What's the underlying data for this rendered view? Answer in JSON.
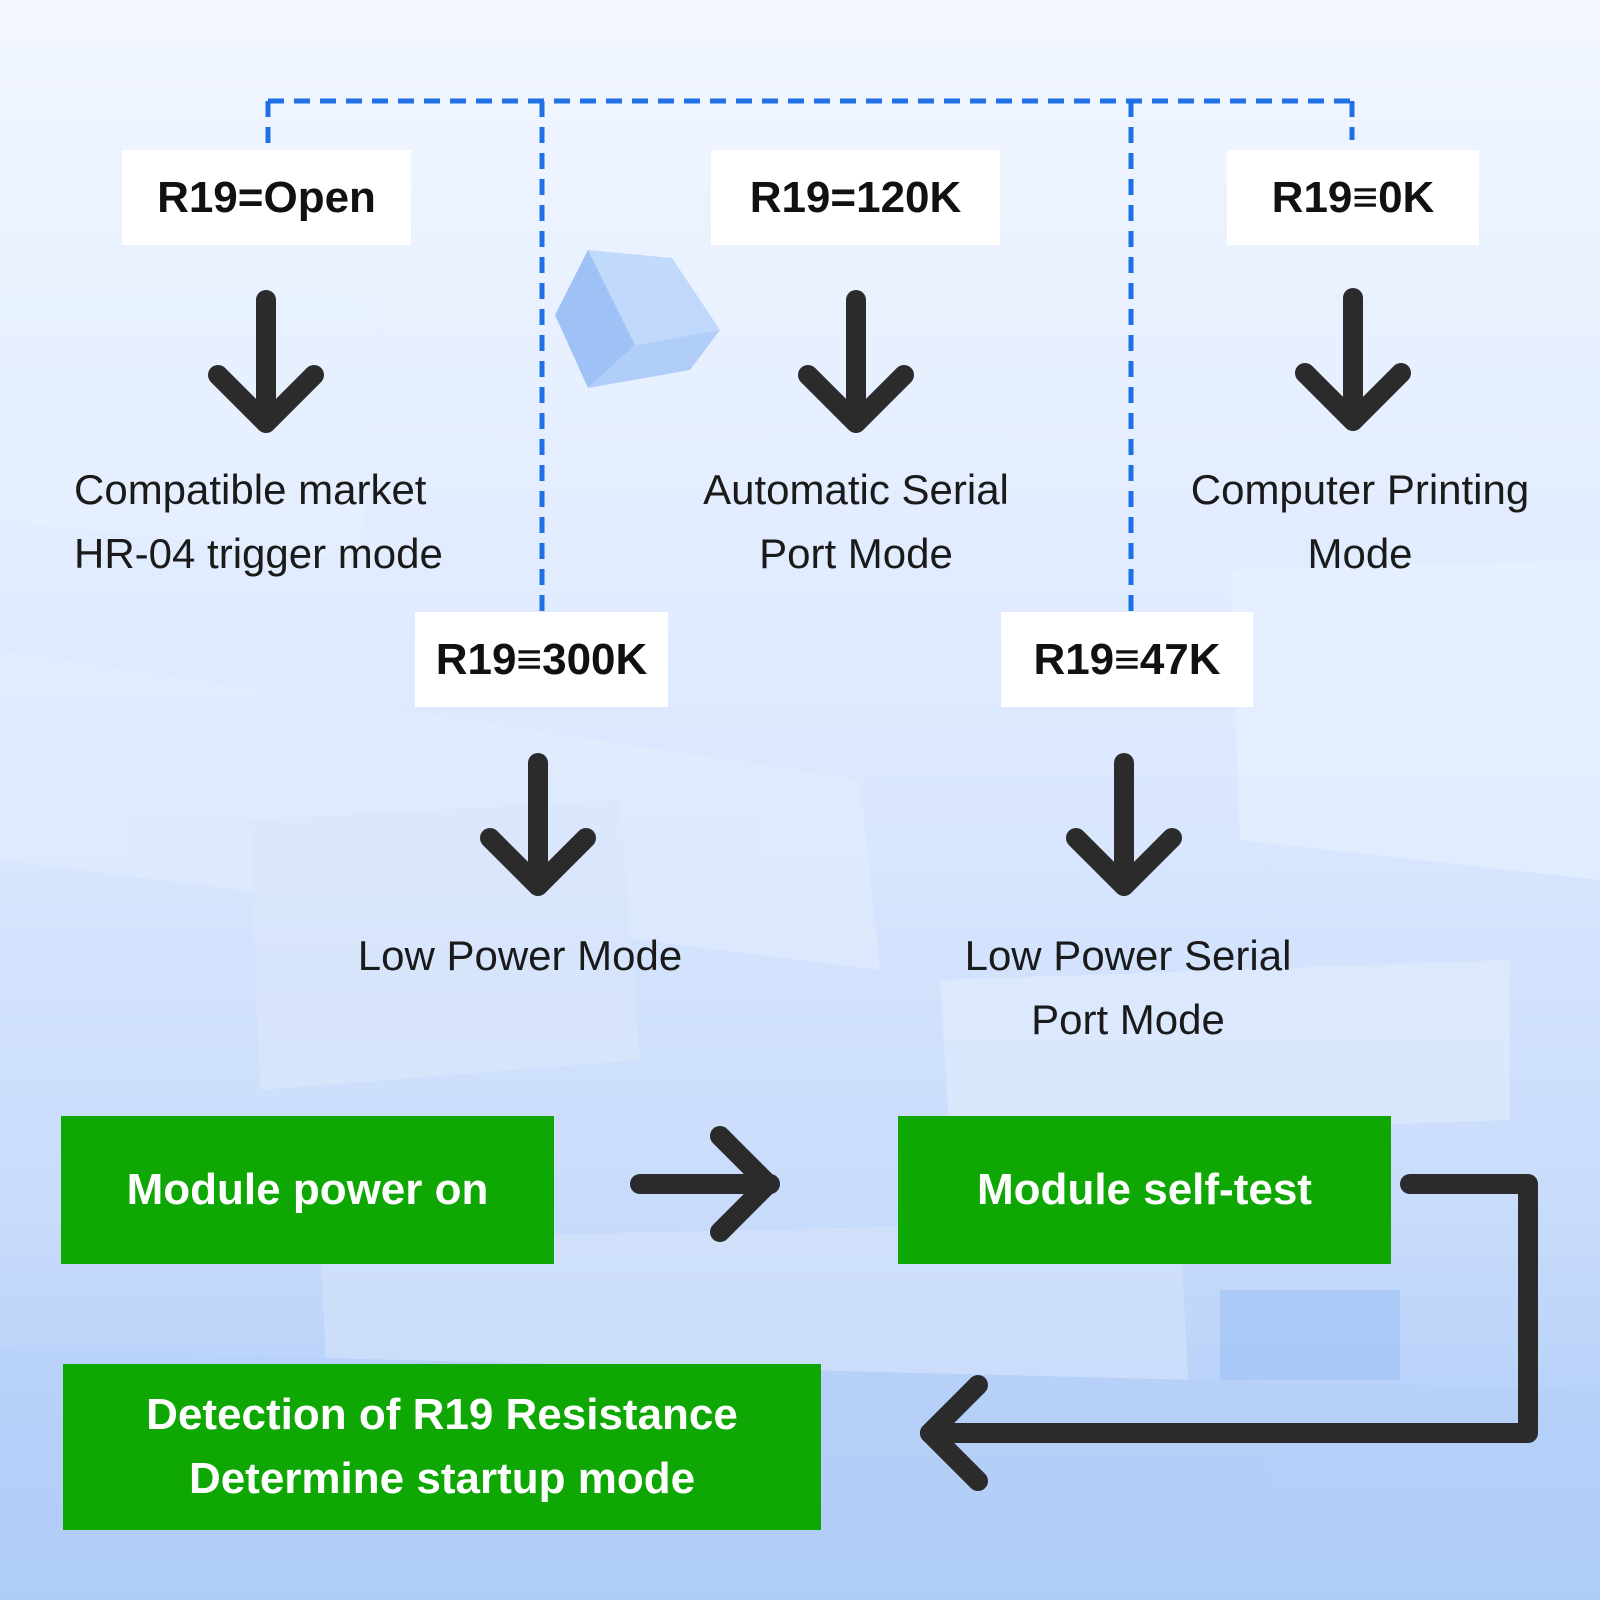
{
  "colors": {
    "connector_blue": "#1f6fe5",
    "arrow_dark": "#2b2b2b",
    "step_green": "#0ea703",
    "label_bg": "#ffffff"
  },
  "resistor_labels": {
    "open": "R19=Open",
    "r120k": "R19=120K",
    "r0k": "R19≡0K",
    "r300k": "R19≡300K",
    "r47k": "R19≡47K"
  },
  "modes": {
    "hr04": [
      "Compatible market",
      "HR-04 trigger mode"
    ],
    "auto_serial": [
      "Automatic Serial",
      "Port Mode"
    ],
    "computer_printing": [
      "Computer Printing",
      "Mode"
    ],
    "low_power": [
      "Low Power Mode"
    ],
    "low_power_serial": [
      "Low Power Serial",
      "Port Mode"
    ]
  },
  "steps": {
    "power_on": "Module power on",
    "self_test": "Module self-test",
    "detection": [
      "Detection of R19 Resistance",
      "Determine startup mode"
    ]
  },
  "icons": {
    "down_arrows": "arrow-down-icon",
    "right_arrow": "arrow-right-icon",
    "return_arrow": "arrow-return-left-icon"
  }
}
